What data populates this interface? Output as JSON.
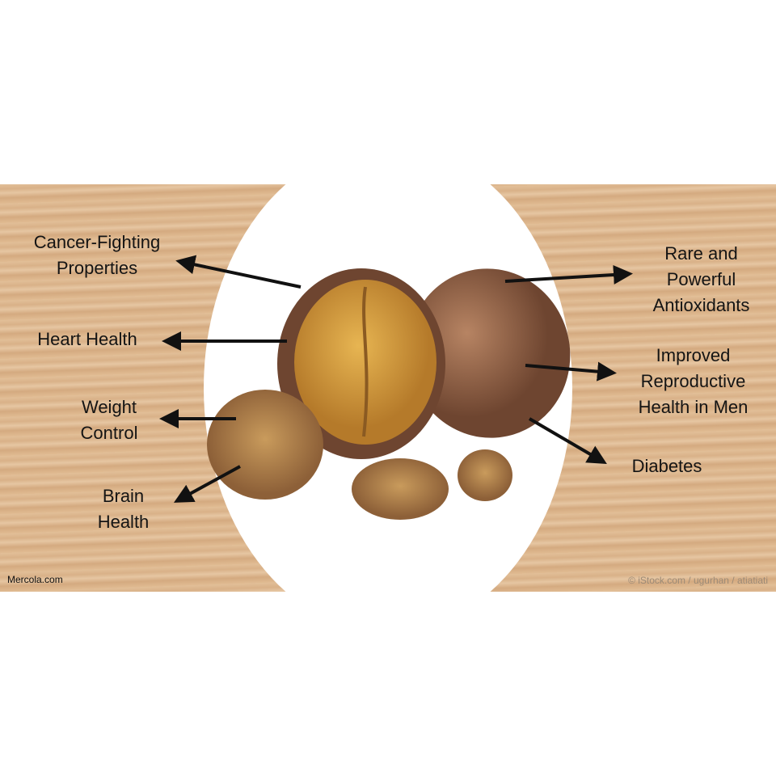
{
  "labels": {
    "cancer": "Cancer-Fighting Properties",
    "heart": "Heart Health",
    "weight": "Weight Control",
    "brain": "Brain Health",
    "antioxidants": "Rare and Powerful Antioxidants",
    "reproductive": "Improved Reproductive Health in Men",
    "diabetes": "Diabetes"
  },
  "footer": {
    "brand": "Mercola.com",
    "credit": "© iStock.com / ugurhan / atiatiati"
  },
  "colors": {
    "wood": "#dcb68c",
    "arrow": "#111111"
  }
}
